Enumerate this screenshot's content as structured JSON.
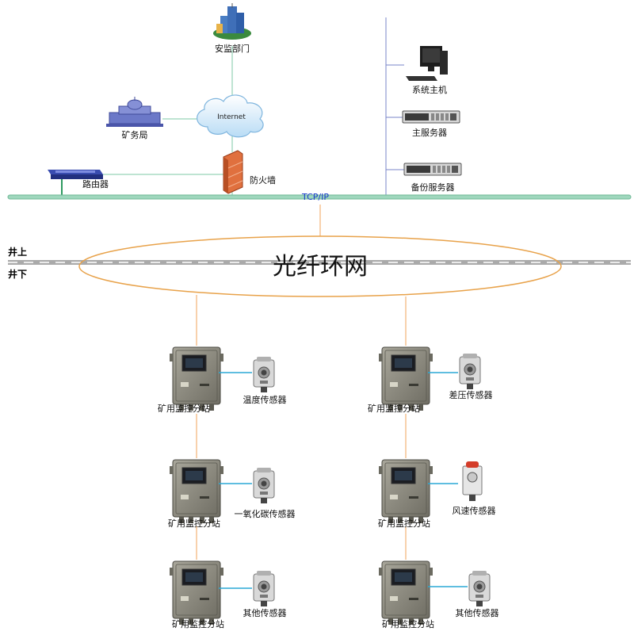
{
  "top": {
    "safety_dept": "安监部门",
    "mining_bureau": "矿务局",
    "internet": "Internet",
    "router": "路由器",
    "firewall": "防火墙",
    "system_host": "系统主机",
    "main_server": "主服务器",
    "backup_server": "备份服务器",
    "tcp_ip": "TCP/IP"
  },
  "divider": {
    "above": "井上",
    "below": "井下",
    "ring": "光纤环网"
  },
  "stations": {
    "left": [
      {
        "station": "矿用监控分站",
        "sensor": "温度传感器"
      },
      {
        "station": "矿用监控分站",
        "sensor": "一氧化碳传感器"
      },
      {
        "station": "矿用监控分站",
        "sensor": "其他传感器"
      }
    ],
    "right": [
      {
        "station": "矿用监控分站",
        "sensor": "差压传感器"
      },
      {
        "station": "矿用监控分站",
        "sensor": "风速传感器"
      },
      {
        "station": "矿用监控分站",
        "sensor": "其他传感器"
      }
    ]
  },
  "colors": {
    "backbone": "#7ec8a6",
    "fiber": "#f0a35a",
    "sensor_link": "#2aa9d6",
    "vertical_blue": "#7a86c8"
  }
}
